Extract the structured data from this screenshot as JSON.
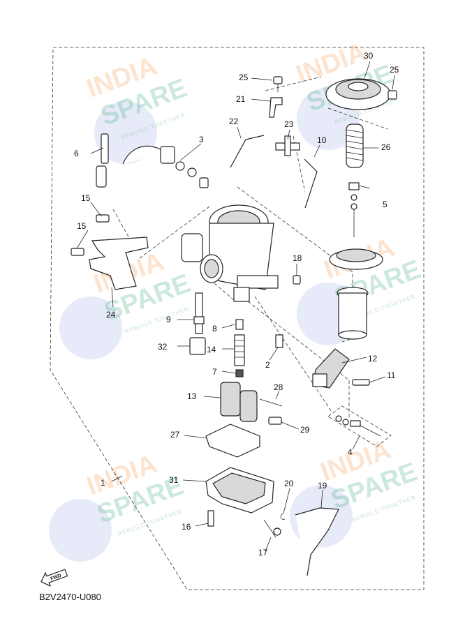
{
  "diagram": {
    "code": "B2V2470-U080",
    "fwd_label": "FWD",
    "callouts": [
      "1",
      "2",
      "3",
      "4",
      "5",
      "6",
      "7",
      "8",
      "9",
      "10",
      "11",
      "12",
      "13",
      "14",
      "15",
      "15",
      "16",
      "17",
      "18",
      "19",
      "20",
      "21",
      "22",
      "23",
      "24",
      "25",
      "25",
      "26",
      "27",
      "28",
      "29",
      "30",
      "31",
      "32"
    ]
  },
  "watermark": {
    "line1": "INDIA",
    "line2": "SPARE",
    "tagline": "REBUILD TOGETHER"
  },
  "colors": {
    "watermark_orange": "#f5a25a",
    "watermark_green": "#4fb08a",
    "watermark_blue": "#3b4fc6"
  }
}
